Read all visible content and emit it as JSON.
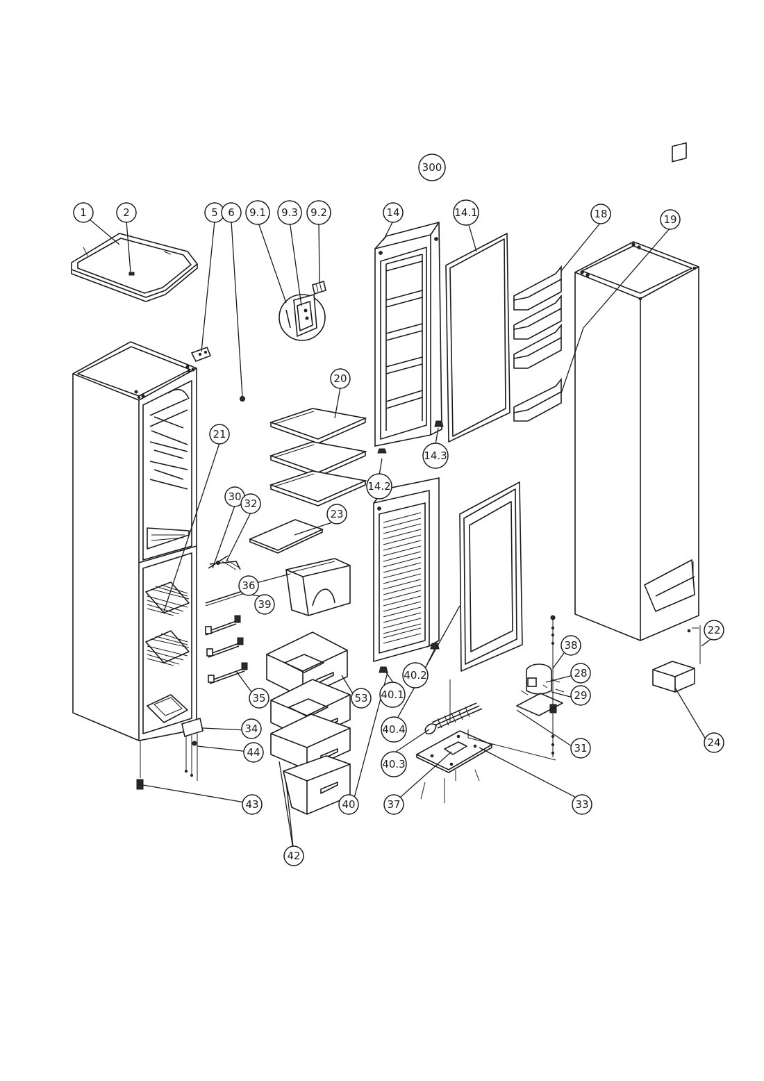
{
  "colors": {
    "line": "#1a1a1a",
    "background": "#ffffff"
  },
  "callouts": [
    {
      "id": "c1",
      "label": "1"
    },
    {
      "id": "c2",
      "label": "2"
    },
    {
      "id": "c5",
      "label": "5"
    },
    {
      "id": "c6",
      "label": "6"
    },
    {
      "id": "c91",
      "label": "9.1"
    },
    {
      "id": "c93",
      "label": "9.3"
    },
    {
      "id": "c92",
      "label": "9.2"
    },
    {
      "id": "c300",
      "label": "300"
    },
    {
      "id": "c14",
      "label": "14"
    },
    {
      "id": "c141",
      "label": "14.1"
    },
    {
      "id": "c18",
      "label": "18"
    },
    {
      "id": "c19",
      "label": "19"
    },
    {
      "id": "c20",
      "label": "20"
    },
    {
      "id": "c21",
      "label": "21"
    },
    {
      "id": "c143",
      "label": "14.3"
    },
    {
      "id": "c142",
      "label": "14.2"
    },
    {
      "id": "c30",
      "label": "30"
    },
    {
      "id": "c32",
      "label": "32"
    },
    {
      "id": "c23",
      "label": "23"
    },
    {
      "id": "c36",
      "label": "36"
    },
    {
      "id": "c39",
      "label": "39"
    },
    {
      "id": "c35",
      "label": "35"
    },
    {
      "id": "c53",
      "label": "53"
    },
    {
      "id": "c401",
      "label": "40.1"
    },
    {
      "id": "c402",
      "label": "40.2"
    },
    {
      "id": "c404",
      "label": "40.4"
    },
    {
      "id": "c403",
      "label": "40.3"
    },
    {
      "id": "c38",
      "label": "38"
    },
    {
      "id": "c28",
      "label": "28"
    },
    {
      "id": "c29",
      "label": "29"
    },
    {
      "id": "c22",
      "label": "22"
    },
    {
      "id": "c31",
      "label": "31"
    },
    {
      "id": "c24",
      "label": "24"
    },
    {
      "id": "c34",
      "label": "34"
    },
    {
      "id": "c44",
      "label": "44"
    },
    {
      "id": "c43",
      "label": "43"
    },
    {
      "id": "c40",
      "label": "40"
    },
    {
      "id": "c37",
      "label": "37"
    },
    {
      "id": "c33",
      "label": "33"
    },
    {
      "id": "c42",
      "label": "42"
    }
  ]
}
